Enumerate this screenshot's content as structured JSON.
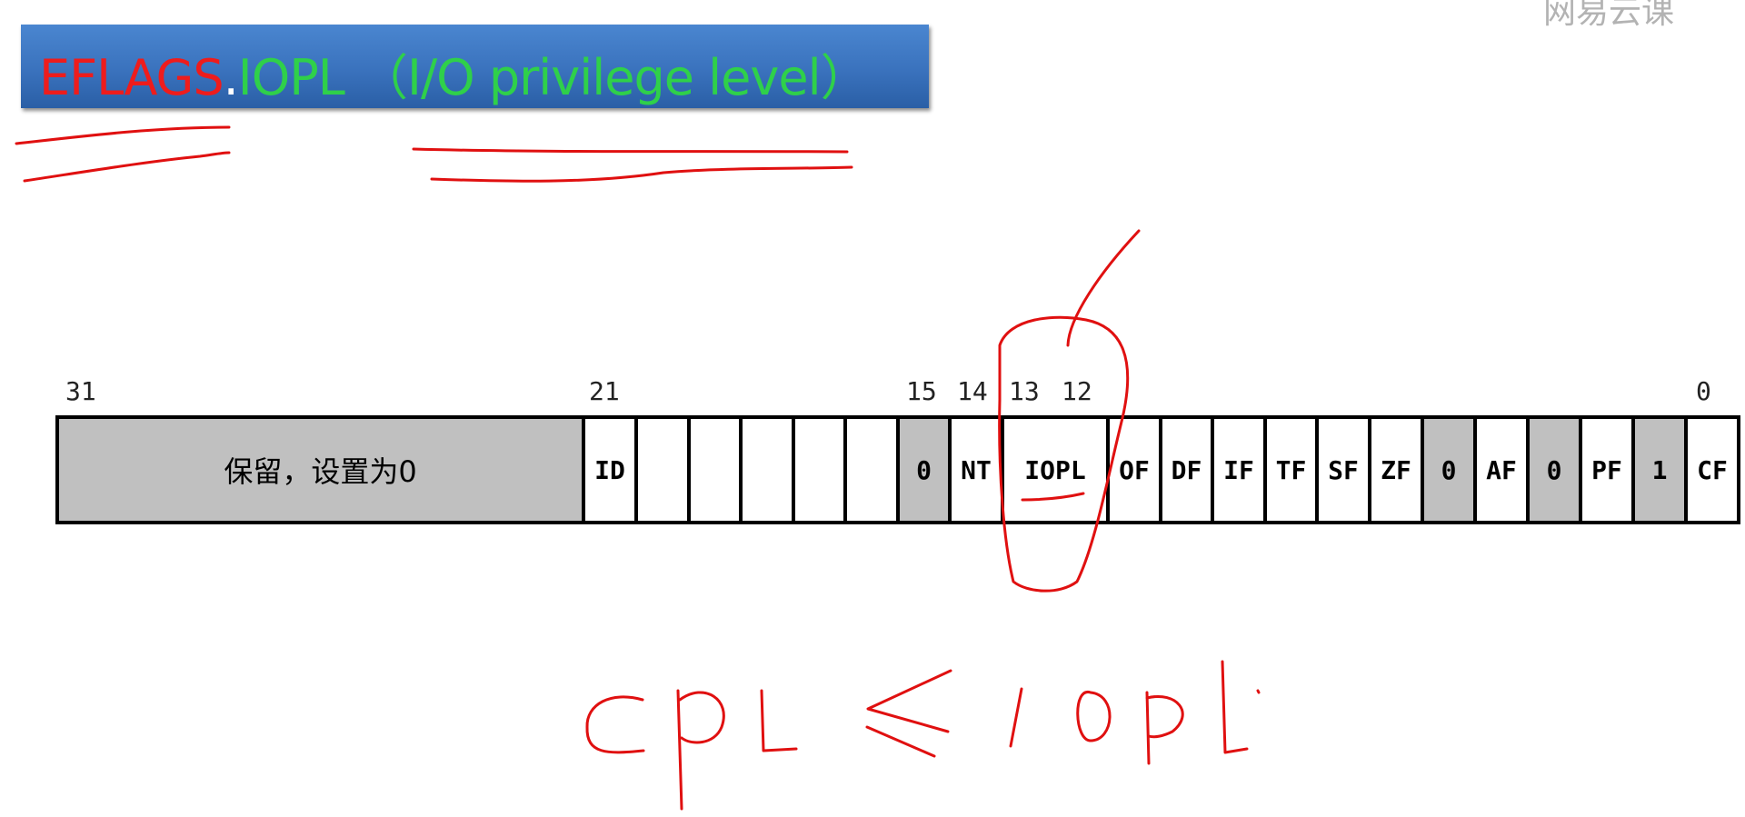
{
  "title": {
    "part_red": "EFLAGS",
    "part_dot": ".",
    "part_green": "IOPL （I/O privilege level）"
  },
  "watermark": "网易云课",
  "register": {
    "bit_numbers": [
      "31",
      "21",
      "15",
      "14",
      "13",
      "12",
      "0"
    ],
    "reserved_label": "保留，设置为0",
    "cells": [
      {
        "label": "ID",
        "shade": "white"
      },
      {
        "label": "",
        "shade": "white"
      },
      {
        "label": "",
        "shade": "white"
      },
      {
        "label": "",
        "shade": "white"
      },
      {
        "label": "",
        "shade": "white"
      },
      {
        "label": "",
        "shade": "white"
      },
      {
        "label": "0",
        "shade": "gray"
      },
      {
        "label": "NT",
        "shade": "white"
      },
      {
        "label": "IOPL",
        "shade": "white"
      },
      {
        "label": "OF",
        "shade": "white"
      },
      {
        "label": "DF",
        "shade": "white"
      },
      {
        "label": "IF",
        "shade": "white"
      },
      {
        "label": "TF",
        "shade": "white"
      },
      {
        "label": "SF",
        "shade": "white"
      },
      {
        "label": "ZF",
        "shade": "white"
      },
      {
        "label": "0",
        "shade": "gray"
      },
      {
        "label": "AF",
        "shade": "white"
      },
      {
        "label": "0",
        "shade": "gray"
      },
      {
        "label": "PF",
        "shade": "white"
      },
      {
        "label": "1",
        "shade": "gray"
      },
      {
        "label": "CF",
        "shade": "white"
      }
    ]
  },
  "annotation": {
    "handwritten_note": "cpL ≤ IOPL",
    "ink_color": "#e01010"
  },
  "colors": {
    "title_red": "#ee1c1c",
    "title_green": "#2fd04a",
    "title_bar": "#3a72bd",
    "reserved_gray": "#c0c0c0"
  }
}
